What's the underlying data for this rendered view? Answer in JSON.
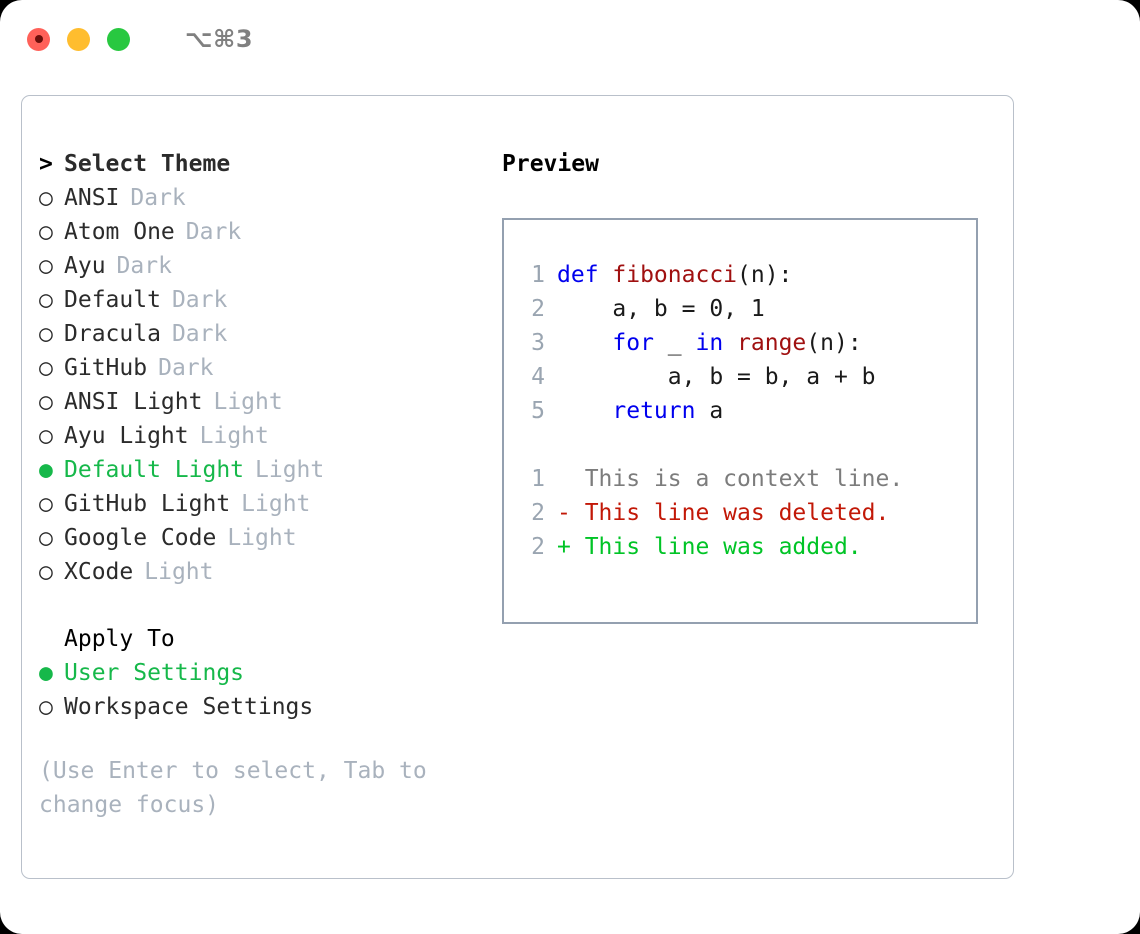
{
  "window": {
    "shortcut": "⌥⌘3",
    "traffic_lights": [
      {
        "name": "close",
        "color": "#ff6159"
      },
      {
        "name": "minimize",
        "color": "#ffbd2e"
      },
      {
        "name": "maximize",
        "color": "#28c840"
      }
    ]
  },
  "theme_picker": {
    "header_marker": ">",
    "header": "Select Theme",
    "selected_marker": "●",
    "unselected_marker": "○",
    "items": [
      {
        "name": "ANSI",
        "tag": "Dark",
        "selected": false
      },
      {
        "name": "Atom One",
        "tag": "Dark",
        "selected": false
      },
      {
        "name": "Ayu",
        "tag": "Dark",
        "selected": false
      },
      {
        "name": "Default",
        "tag": "Dark",
        "selected": false
      },
      {
        "name": "Dracula",
        "tag": "Dark",
        "selected": false
      },
      {
        "name": "GitHub",
        "tag": "Dark",
        "selected": false
      },
      {
        "name": "ANSI Light",
        "tag": "Light",
        "selected": false
      },
      {
        "name": "Ayu Light",
        "tag": "Light",
        "selected": false
      },
      {
        "name": "Default Light",
        "tag": "Light",
        "selected": true
      },
      {
        "name": "GitHub Light",
        "tag": "Light",
        "selected": false
      },
      {
        "name": "Google Code",
        "tag": "Light",
        "selected": false
      },
      {
        "name": "XCode",
        "tag": "Light",
        "selected": false
      }
    ]
  },
  "apply_to": {
    "label": "Apply To",
    "options": [
      {
        "name": "User Settings",
        "selected": true
      },
      {
        "name": "Workspace Settings",
        "selected": false
      }
    ]
  },
  "hint": "(Use Enter to select, Tab to change focus)",
  "preview": {
    "title": "Preview",
    "code_lines": [
      {
        "number": "1",
        "tokens": [
          {
            "text": "def ",
            "style": "kw"
          },
          {
            "text": "fibonacci",
            "style": "fn"
          },
          {
            "text": "(n):",
            "style": "pl"
          }
        ]
      },
      {
        "number": "2",
        "tokens": [
          {
            "text": "    a, b = 0, 1",
            "style": "pl"
          }
        ]
      },
      {
        "number": "3",
        "tokens": [
          {
            "text": "    ",
            "style": "pl"
          },
          {
            "text": "for",
            "style": "kw"
          },
          {
            "text": " _ ",
            "style": "pl"
          },
          {
            "text": "in",
            "style": "kw"
          },
          {
            "text": " ",
            "style": "pl"
          },
          {
            "text": "range",
            "style": "fn"
          },
          {
            "text": "(n):",
            "style": "pl"
          }
        ]
      },
      {
        "number": "4",
        "tokens": [
          {
            "text": "        a, b = b, a + b",
            "style": "pl"
          }
        ]
      },
      {
        "number": "5",
        "tokens": [
          {
            "text": "    ",
            "style": "pl"
          },
          {
            "text": "return",
            "style": "kw"
          },
          {
            "text": " a",
            "style": "pl"
          }
        ]
      }
    ],
    "diff_lines": [
      {
        "number": "1",
        "sign": " ",
        "text": "This is a context line.",
        "kind": "context"
      },
      {
        "number": "2",
        "sign": "-",
        "text": "This line was deleted.",
        "kind": "del"
      },
      {
        "number": "2",
        "sign": "+",
        "text": "This line was added.",
        "kind": "add"
      }
    ]
  },
  "colors": {
    "selected_green": "#16b84a",
    "tag_gray": "#a9b2bd",
    "keyword_blue": "#0000ee",
    "function_red": "#a01010",
    "diff_deleted": "#c21807",
    "diff_added": "#00c426",
    "panel_border": "#94a0b0",
    "frame_border": "#b9c0ca"
  }
}
